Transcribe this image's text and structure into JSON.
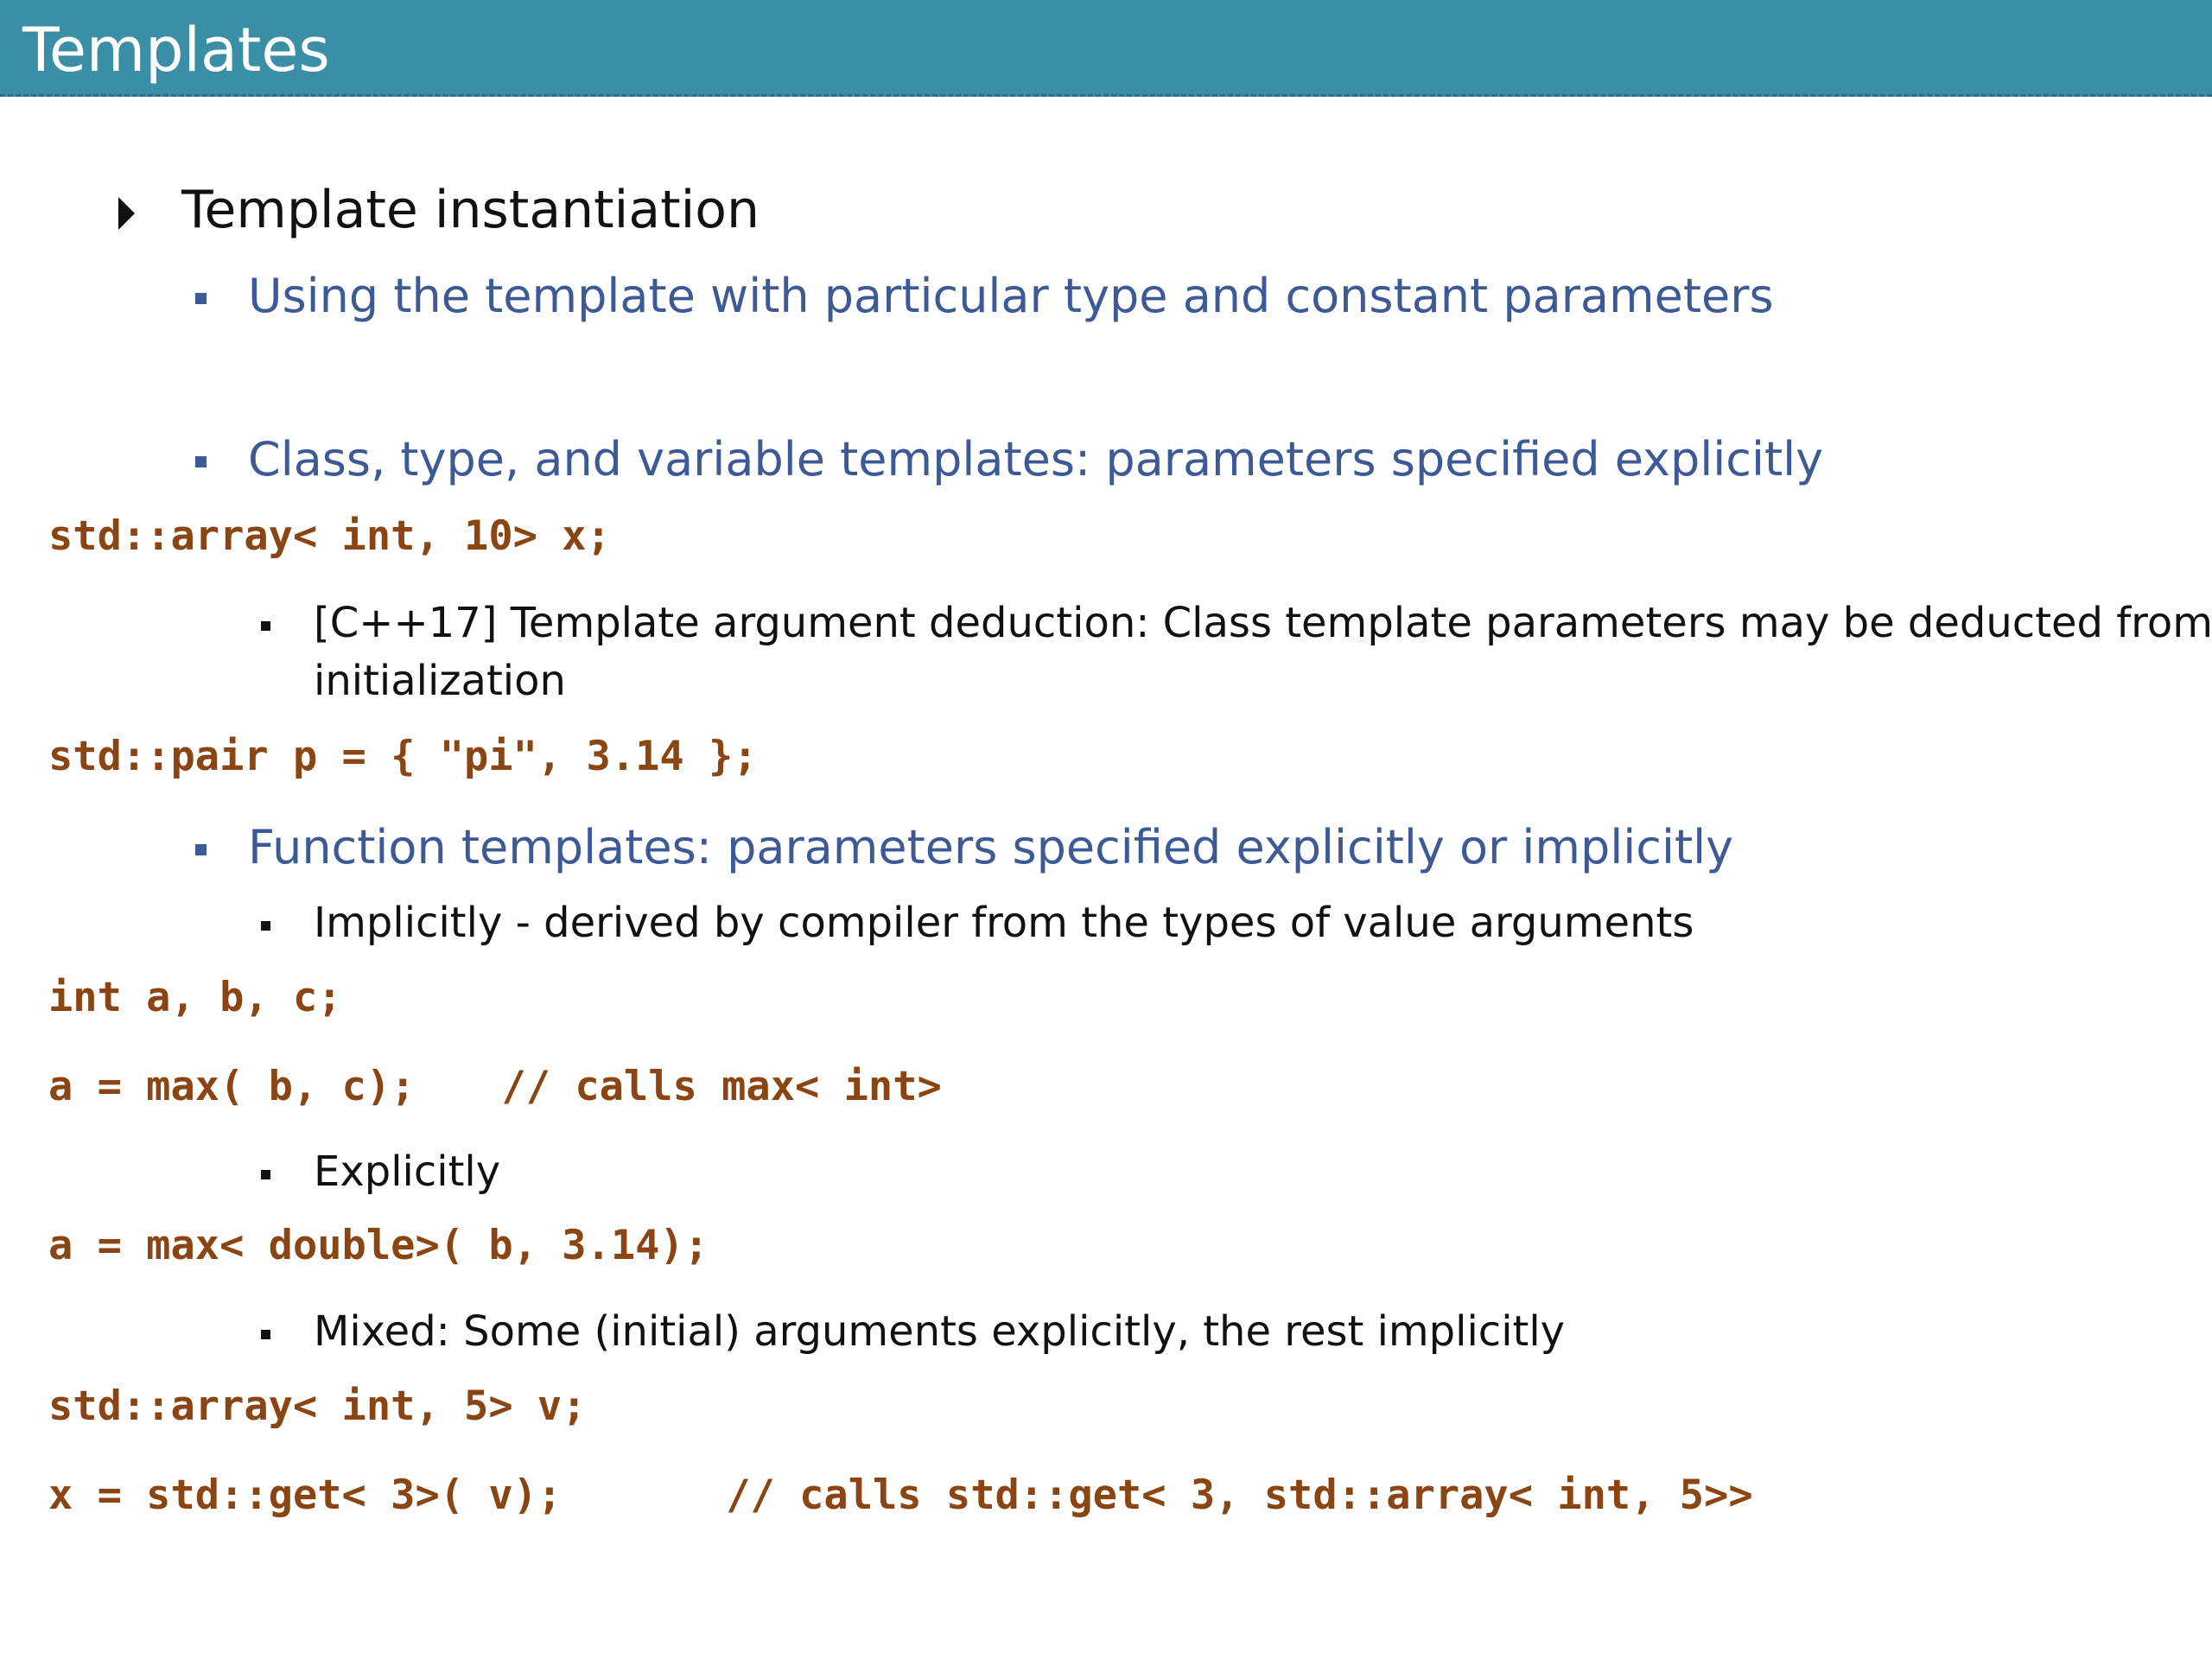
{
  "slide": {
    "title": "Templates",
    "bullets": {
      "b1": "Template instantiation",
      "b1_1": "Using the template with particular type and constant parameters",
      "b1_2": "Class, type, and variable templates: parameters specified explicitly",
      "b1_2_1_line1": "[C++17] Template argument deduction: Class template parameters may be deducted from",
      "b1_2_1_line2": "initialization",
      "b1_3": "Function templates: parameters specified explicitly or implicitly",
      "b1_3_1": "Implicitly - derived by compiler from the types of value arguments",
      "b1_3_2": "Explicitly",
      "b1_3_3": "Mixed: Some (initial) arguments explicitly, the rest implicitly"
    },
    "code": {
      "c1": "std::array< int, 10> x;",
      "c2": "std::pair p = { \"pi\", 3.14 };",
      "c3": "int a, b, c;",
      "c4_code": "a = max( b, c);",
      "c4_comment": "// calls max< int>",
      "c5": "a = max< double>( b, 3.14);",
      "c6": "std::array< int, 5> v;",
      "c7_code": "x = std::get< 3>( v);",
      "c7_comment": "// calls std::get< 3, std::array< int, 5>>"
    },
    "colors": {
      "header_bg": "#3a8fa6",
      "level2_text": "#3d5a96",
      "code_text": "#8a4512"
    }
  }
}
